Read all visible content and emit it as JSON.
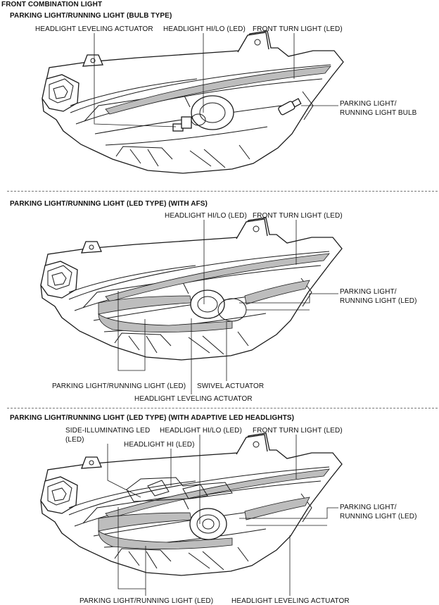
{
  "title": "FRONT COMBINATION LIGHT",
  "sections": [
    {
      "heading": "PARKING LIGHT/RUNNING LIGHT (BULB TYPE)",
      "labels": {
        "leveling_actuator": "HEADLIGHT LEVELING ACTUATOR",
        "hi_lo": "HEADLIGHT HI/LO (LED)",
        "turn": "FRONT TURN LIGHT (LED)",
        "bulb_1": "PARKING LIGHT/",
        "bulb_2": "RUNNING LIGHT BULB"
      }
    },
    {
      "heading": "PARKING LIGHT/RUNNING LIGHT (LED TYPE) (WITH AFS)",
      "labels": {
        "hi_lo": "HEADLIGHT HI/LO (LED)",
        "turn": "FRONT TURN LIGHT (LED)",
        "parking_right_1": "PARKING LIGHT/",
        "parking_right_2": "RUNNING LIGHT (LED)",
        "parking_bottom": "PARKING LIGHT/RUNNING LIGHT (LED)",
        "swivel": "SWIVEL ACTUATOR",
        "leveling_actuator": "HEADLIGHT LEVELING ACTUATOR"
      }
    },
    {
      "heading": "PARKING LIGHT/RUNNING LIGHT (LED TYPE) (WITH ADAPTIVE LED HEADLIGHTS)",
      "labels": {
        "side_led_1": "SIDE-ILLUMINATING LED",
        "side_led_2": "(LED)",
        "hi": "HEADLIGHT HI (LED)",
        "hi_lo": "HEADLIGHT HI/LO (LED)",
        "turn": "FRONT TURN LIGHT (LED)",
        "parking_right_1": "PARKING LIGHT/",
        "parking_right_2": "RUNNING LIGHT (LED)",
        "parking_bottom": "PARKING LIGHT/RUNNING LIGHT (LED)",
        "leveling_actuator": "HEADLIGHT LEVELING ACTUATOR"
      }
    }
  ]
}
